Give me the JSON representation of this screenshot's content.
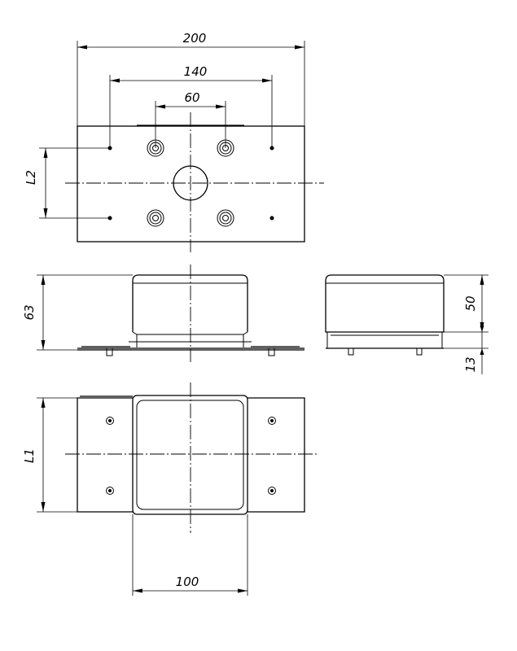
{
  "dimensions": {
    "top_width": "200",
    "top_bolt_spacing": "140",
    "top_stud_spacing": "60",
    "top_height_label": "L2",
    "side_height_total": "63",
    "right_body_height": "50",
    "right_base_height": "13",
    "bottom_height_label": "L1",
    "bottom_width": "100"
  },
  "colors": {
    "line": "#000000",
    "background": "#ffffff"
  }
}
